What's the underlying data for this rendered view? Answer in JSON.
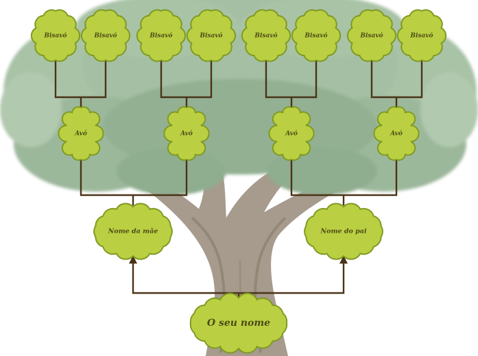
{
  "colors": {
    "node_fill": "#bad042",
    "node_stroke": "#7f9a22",
    "node_text": "#4d4a16",
    "connector": "#4a3318",
    "foliage": "#9ab89a",
    "trunk": "#a89e90"
  },
  "tree": {
    "great_grandparents": [
      "Bisavó",
      "Bisavó",
      "Bisavó",
      "Bisavó",
      "Bisavó",
      "Bisavó",
      "Bisavó",
      "Bisavó"
    ],
    "grandparents": [
      "Avó",
      "Avó",
      "Avó",
      "Avó"
    ],
    "mother": "Nome da mãe",
    "father": "Nome do pai",
    "self": "O seu nome"
  }
}
